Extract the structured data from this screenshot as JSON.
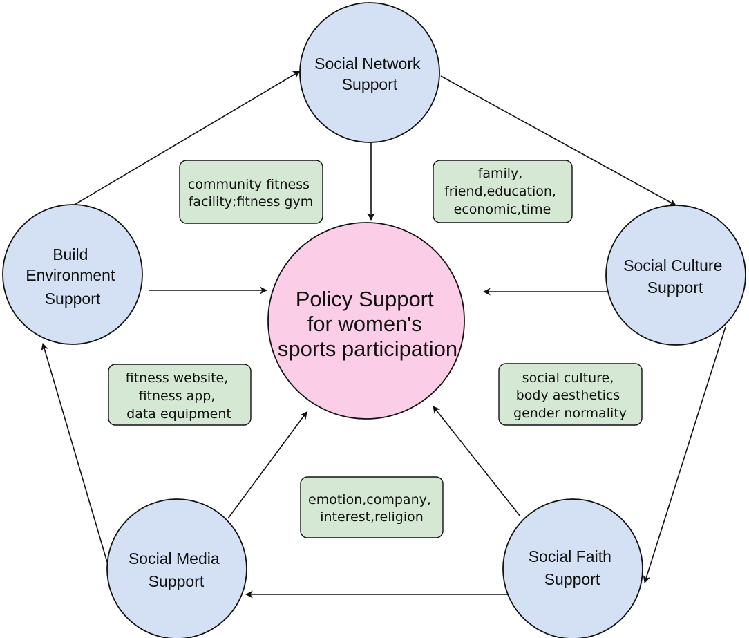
{
  "center": {
    "lines": [
      "Policy Support",
      "for women's",
      "sports participation"
    ],
    "color": "#fbcde6"
  },
  "nodes": [
    {
      "id": "social-network",
      "lines": [
        "Social Network",
        "Support"
      ]
    },
    {
      "id": "social-culture",
      "lines": [
        "Social Culture",
        "Support"
      ]
    },
    {
      "id": "social-faith",
      "lines": [
        "Social Faith",
        "Support"
      ]
    },
    {
      "id": "social-media",
      "lines": [
        "Social Media",
        "Support"
      ]
    },
    {
      "id": "build-environment",
      "lines": [
        "Build",
        "Environment",
        "Support"
      ]
    }
  ],
  "notes": [
    {
      "id": "network-note",
      "lines": [
        "community fitness",
        "facility;fitness gym"
      ]
    },
    {
      "id": "culture-note",
      "lines": [
        "family,",
        "friend,education,",
        "economic,time"
      ]
    },
    {
      "id": "media-note",
      "lines": [
        "fitness website,",
        "fitness app,",
        "data equipment"
      ]
    },
    {
      "id": "faith-culture-note",
      "lines": [
        "social culture,",
        "body aesthetics",
        "gender normality"
      ]
    },
    {
      "id": "faith-note",
      "lines": [
        "emotion,company,",
        "interest,religion"
      ]
    }
  ],
  "colors": {
    "node_fill": "#d4e1f5",
    "center_fill": "#fbcde6",
    "note_fill": "#d5e8d4",
    "stroke": "#111111"
  }
}
